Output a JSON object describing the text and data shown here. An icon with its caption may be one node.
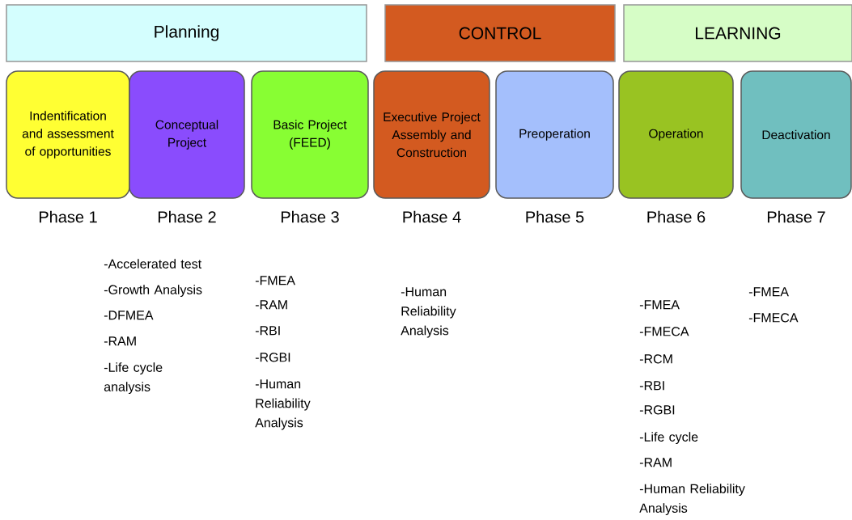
{
  "diagram": {
    "nodes": [
      {
        "text": [
          "Planning"
        ]
      },
      {
        "text": [
          "CONTROL"
        ]
      },
      {
        "text": [
          "LEARNING"
        ]
      },
      {
        "text": [
          "Indentification and assessment of opportunities"
        ],
        "beside": [
          "Phase 1"
        ]
      },
      {
        "text": [
          "Conceptual Project"
        ],
        "beside": [
          "Phase 2"
        ]
      },
      {
        "text": [
          "Basic Project (FEED)"
        ],
        "beside": [
          "Phase 3"
        ]
      },
      {
        "text": [
          "Executive Project Assembly and Construction"
        ],
        "beside": [
          "Phase 4"
        ]
      },
      {
        "text": [
          "Preoperation"
        ],
        "beside": [
          "Phase 5"
        ]
      },
      {
        "text": [
          "Operation"
        ],
        "beside": [
          "Phase 6"
        ]
      },
      {
        "text": [
          "Deactivation"
        ],
        "beside": [
          "Phase 7"
        ]
      }
    ],
    "labels": [
      "-Accelerated test",
      "-Growth Analysis",
      "-DFMEA",
      "-RAM",
      "-Life cycle analysis",
      "-FMEA",
      "-RAM",
      "-RBI",
      "-RGBI",
      "-Human Reliability Analysis",
      "-Human Reliability Analysis",
      "-FMEA",
      "-FMECA",
      "-RCM",
      "-RBI",
      "-RGBI",
      "-Life cycle",
      "-RAM",
      "-Human Reliability Analysis",
      "-FMEA",
      "-FMECA"
    ]
  }
}
